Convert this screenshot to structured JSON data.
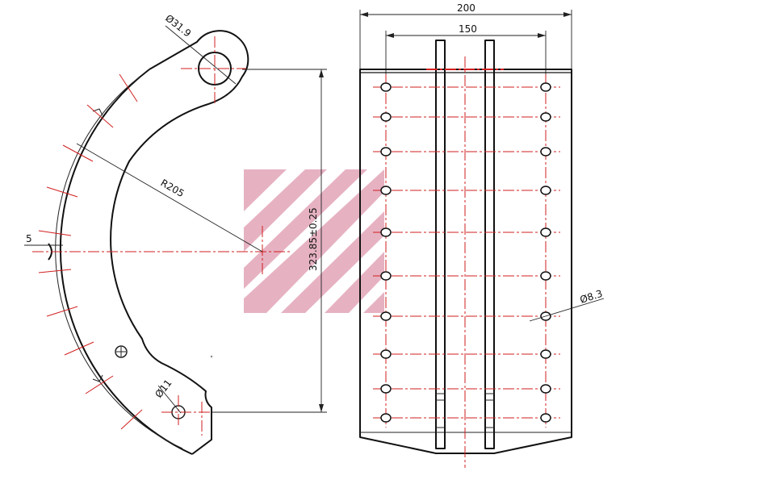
{
  "colors": {
    "outline": "#111111",
    "center_line": "#d21f1f",
    "watermark": "#e1a1b4"
  },
  "dimensions": {
    "overall_width": "200",
    "inner_width": "150",
    "pin_hole": "Ø31.9",
    "radius": "R205",
    "offset": "5",
    "center_distance": "323.85±0.25",
    "small_hole": "Ø11",
    "rivet_hole": "Ø8.3"
  },
  "rivet_rows": 10
}
